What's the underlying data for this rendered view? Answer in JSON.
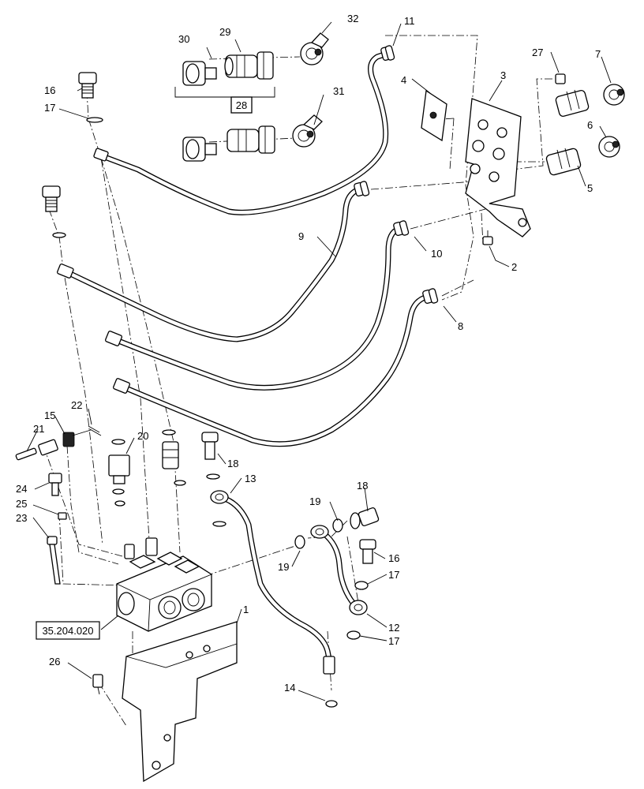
{
  "callouts": {
    "c1": "1",
    "c2": "2",
    "c3": "3",
    "c4": "4",
    "c5": "5",
    "c6": "6",
    "c7": "7",
    "c8": "8",
    "c9": "9",
    "c10": "10",
    "c11": "11",
    "c12": "12",
    "c13": "13",
    "c14": "14",
    "c15": "15",
    "c16a": "16",
    "c16b": "16",
    "c17a": "17",
    "c17b": "17",
    "c17c": "17",
    "c18a": "18",
    "c18b": "18",
    "c19a": "19",
    "c19b": "19",
    "c20": "20",
    "c21": "21",
    "c22": "22",
    "c23": "23",
    "c24": "24",
    "c25": "25",
    "c26": "26",
    "c27": "27",
    "c29": "29",
    "c30": "30",
    "c31": "31",
    "c32": "32"
  },
  "boxed_labels": {
    "kit": "28",
    "reference": "35.204.020"
  }
}
